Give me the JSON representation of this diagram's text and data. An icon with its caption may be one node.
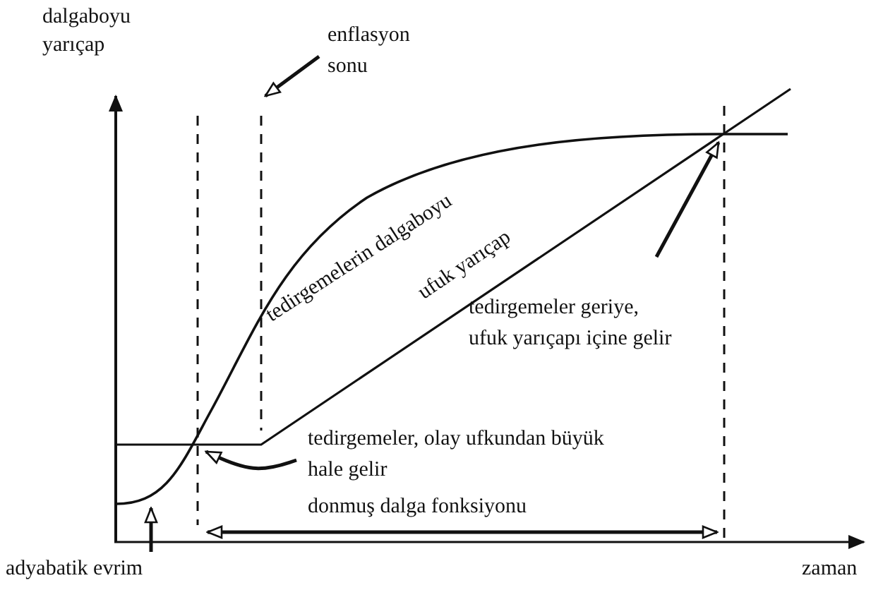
{
  "diagram": {
    "nodes": [
      {
        "text": [
          "enflasyon sonu"
        ]
      },
      {
        "text": [
          "tedirgemeler geriye, ufuk yarıçapı içine gelir"
        ]
      },
      {
        "text": [
          "tedirgemeler, olay ufkundan büyük hale gelir"
        ]
      },
      {
        "text": [
          "adyabatik evrim"
        ]
      }
    ],
    "edges": [
      {
        "from": 0,
        "to": null,
        "arrow": "to"
      },
      {
        "from": 1,
        "to": null,
        "arrow": "to"
      },
      {
        "from": 2,
        "to": null,
        "arrow": "to"
      },
      {
        "from": 3,
        "to": null,
        "arrow": "to"
      }
    ],
    "labels": [
      "dalgaboyu yarıçap",
      "tedirgemelerin dalgaboyu",
      "ufuk yarıçap",
      "donmuş dalga fonksiyonu",
      "zaman"
    ]
  }
}
